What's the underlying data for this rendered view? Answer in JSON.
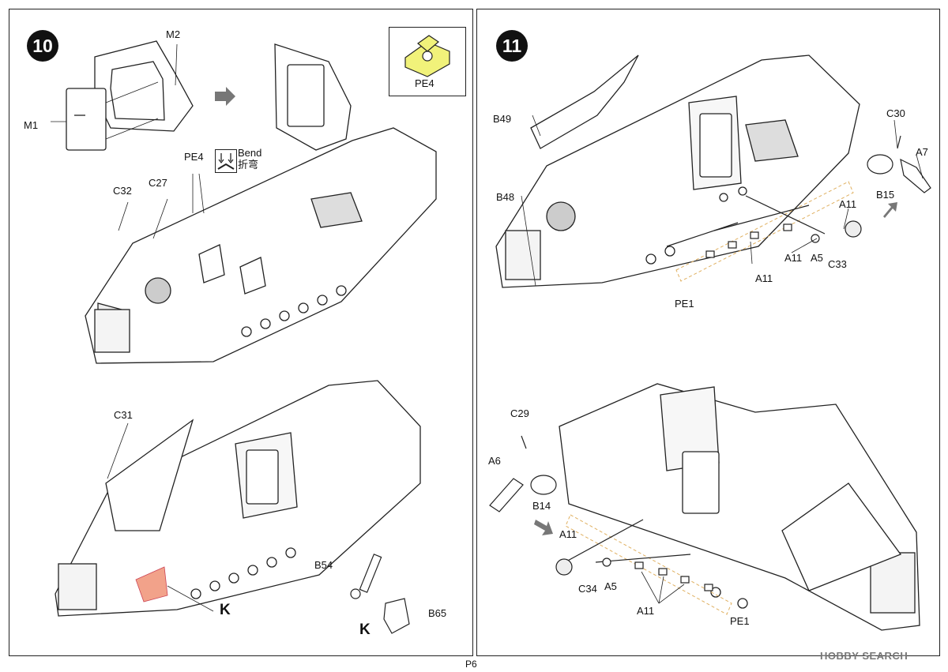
{
  "steps": {
    "left_number": "10",
    "right_number": "11"
  },
  "callout": {
    "label": "PE4",
    "fill_color": "#f1f27a"
  },
  "bend_note": {
    "en": "Bend",
    "zh": "折弯"
  },
  "labels_step10": {
    "m2": "M2",
    "m1": "M1",
    "pe4": "PE4",
    "c32": "C32",
    "c27": "C27",
    "c31": "C31",
    "k1": "K",
    "b54": "B54",
    "b65": "B65",
    "k2": "K"
  },
  "labels_step11": {
    "c30": "C30",
    "a7": "A7",
    "b15": "B15",
    "b49": "B49",
    "b48": "B48",
    "a11_a": "A11",
    "a11_b": "A11",
    "a5_top": "A5",
    "c33": "C33",
    "a11_c": "A11",
    "pe1_top": "PE1",
    "c29": "C29",
    "a6": "A6",
    "b14": "B14",
    "a11_d": "A11",
    "c34": "C34",
    "a5_bot": "A5",
    "a11_e": "A11",
    "pe1_bot": "PE1"
  },
  "footer": {
    "page": "P6",
    "watermark": "HOBBY SEARCH"
  },
  "colors": {
    "highlight_red": "#f2a28a",
    "pe_yellow": "#f5d98a",
    "arrow_gray": "#777777"
  }
}
